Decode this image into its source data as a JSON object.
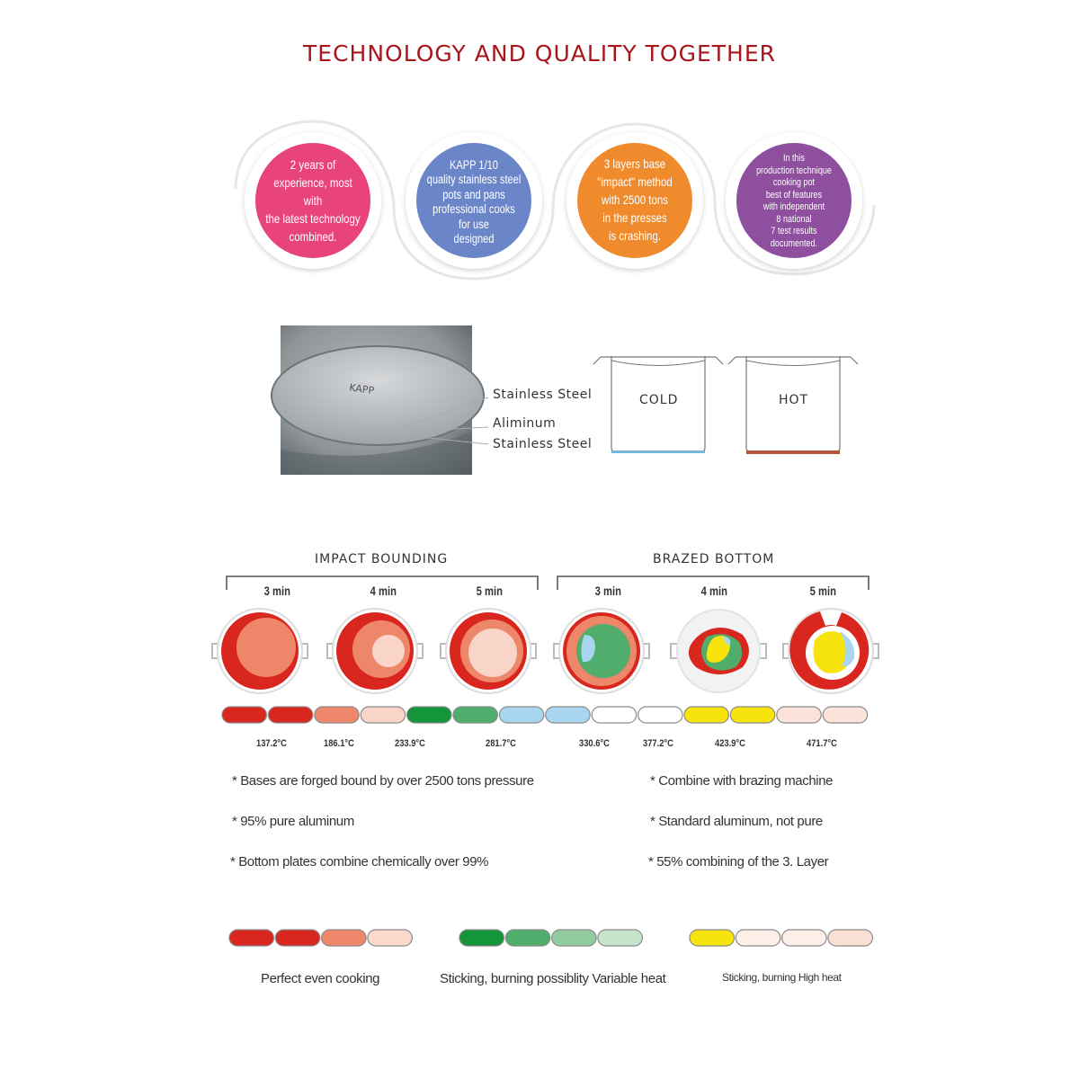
{
  "title": "TECHNOLOGY AND QUALITY TOGETHER",
  "circles": [
    {
      "text": "2 years of\nexperience, most with\nthe latest technology\ncombined.",
      "color": "#e94479"
    },
    {
      "text": "KAPP 1/10\nquality stainless steel\npots and pans\nprofessional cooks\nfor use\ndesigned",
      "color": "#6b86c8"
    },
    {
      "text": "3 layers base\n\"impact\" method\nwith 2500 tons\nin the presses\nis crashing.",
      "color": "#ef8b2c"
    },
    {
      "text": "In this\nproduction technique\ncooking pot\nbest of features\nwith independent\n8 national\n7 test results\ndocumented.",
      "color": "#8d4f9e"
    }
  ],
  "layers": {
    "top": "Stainless Steel",
    "middle": "Aliminum",
    "bottom": "Stainless Steel"
  },
  "photo_logo": "KAPP",
  "pots": {
    "cold": "COLD",
    "hot": "HOT"
  },
  "sections": {
    "impact": "IMPACT BOUNDING",
    "brazed": "BRAZED BOTTOM"
  },
  "times": [
    "3 min",
    "4 min",
    "5 min",
    "3 min",
    "4 min",
    "5 min"
  ],
  "temperatures": [
    "137.2°C",
    "186.1°C",
    "233.9°C",
    "281.7°C",
    "330.6°C",
    "377.2°C",
    "423.9°C",
    "471.7°C"
  ],
  "scale_colors": [
    "#d9261e",
    "#d9261e",
    "#ee866a",
    "#f9d4c8",
    "#14953c",
    "#50ad6c",
    "#a9d6ef",
    "#a9d6ef",
    "#ffffff",
    "#ffffff",
    "#f7e40d",
    "#f7e40d",
    "#fbe3da",
    "#fbe3da"
  ],
  "notes_left": [
    "* Bases are forged bound by over 2500 tons pressure",
    "* 95% pure aluminum",
    "* Bottom plates combine chemically over 99%"
  ],
  "notes_right": [
    "* Combine with brazing machine",
    "* Standard aluminum, not pure",
    "* 55% combining of the 3. Layer"
  ],
  "legend": [
    {
      "label": "Perfect even cooking",
      "colors": [
        "#d9261e",
        "#d9261e",
        "#ee866a",
        "#fbd9cd"
      ]
    },
    {
      "label": "Sticking, burning possiblity Variable heat",
      "colors": [
        "#14953c",
        "#50ad6c",
        "#92cb9f",
        "#c6e4cb"
      ]
    },
    {
      "label": "Sticking, burning High heat",
      "colors": [
        "#f7e40d",
        "#fdeee8",
        "#fdeee8",
        "#fbe0d6"
      ]
    }
  ]
}
